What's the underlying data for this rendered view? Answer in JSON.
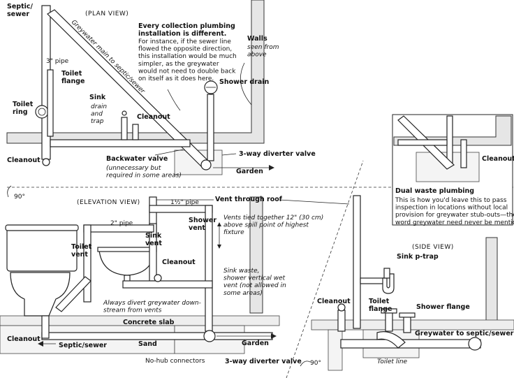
{
  "plan": {
    "title": "(PLAN VIEW)",
    "septic_sewer": "Septic/\nsewer",
    "main_label": "Greywater main to septic/sewer",
    "pipe_3in": "3\" pipe",
    "toilet_flange": "Toilet\nflange",
    "toilet_ring": "Toilet\nring",
    "cleanout_left": "Cleanout",
    "sink": "Sink",
    "sink_sub": "drain\nand\ntrap",
    "cleanout_mid": "Cleanout",
    "note_title": "Every collection plumbing\ninstallation is different.",
    "note_body": "For instance, if the sewer line\nflowed the opposite direction,\nthis installation would be much\nsimpler, as the greywater\nwould not need to double back\non itself as it does here.",
    "walls": "Walls",
    "walls_sub": "seen from\nabove",
    "shower_drain": "Shower drain",
    "backwater": "Backwater valve",
    "backwater_sub": "(unnecessary but\nrequired in some areas)",
    "diverter": "3-way diverter valve",
    "garden": "Garden",
    "angle_90": "90°"
  },
  "inset": {
    "cleanout": "Cleanout",
    "title": "Dual waste plumbing",
    "body": "This is how you'd leave this to pass\ninspection in locations without local\nprovision for greywater stub-outs—the\nword greywater need never be mentioned."
  },
  "elevation": {
    "title": "(ELEVATION VIEW)",
    "vent_roof": "Vent through roof",
    "pipe_15": "1½\" pipe",
    "pipe_2": "2\" pipe",
    "shower_vent": "Shower\nvent",
    "vents_tied": "Vents tied together 12\" (30 cm)\nabove spill point of highest\nfixture",
    "sink_vent": "Sink\nvent",
    "toilet_vent": "Toilet\nvent",
    "cleanout": "Cleanout",
    "sink_waste": "Sink waste,\nshower vertical wet\nvent (not allowed in\nsome areas)",
    "divert": "Always divert greywater down-\nstream from vents",
    "slab": "Concrete slab",
    "cleanout_bottom": "Cleanout",
    "septic": "Septic/sewer",
    "sand": "Sand",
    "garden": "Garden",
    "no_hub": "No-hub connectors",
    "diverter": "3-way diverter valve",
    "angle_90": "90°"
  },
  "side": {
    "title": "(SIDE VIEW)",
    "sink_ptrap": "Sink p-trap",
    "cleanout": "Cleanout",
    "toilet_flange": "Toilet\nflange",
    "shower_flange": "Shower flange",
    "greywater": "Greywater to septic/sewer",
    "toilet_line": "Toilet line"
  }
}
